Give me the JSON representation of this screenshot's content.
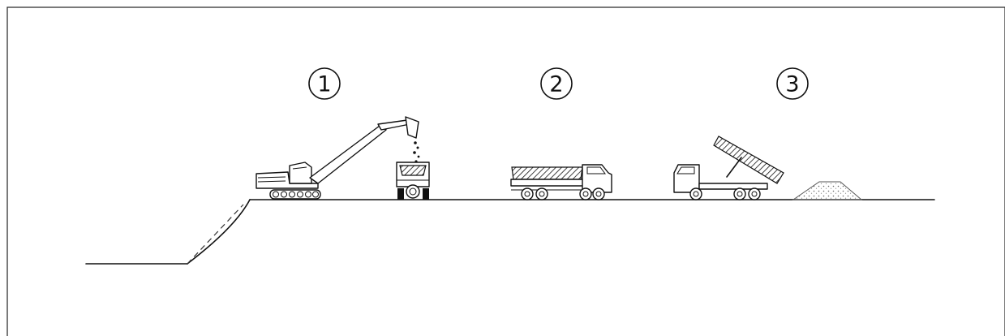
{
  "steps": [
    {
      "number": "1",
      "stage": "excavator-loading-truck"
    },
    {
      "number": "2",
      "stage": "dump-truck-transport"
    },
    {
      "number": "3",
      "stage": "dump-truck-unloading"
    }
  ],
  "colors": {
    "line": "#111111",
    "background": "#ffffff",
    "pile": "#bbbbbb"
  }
}
